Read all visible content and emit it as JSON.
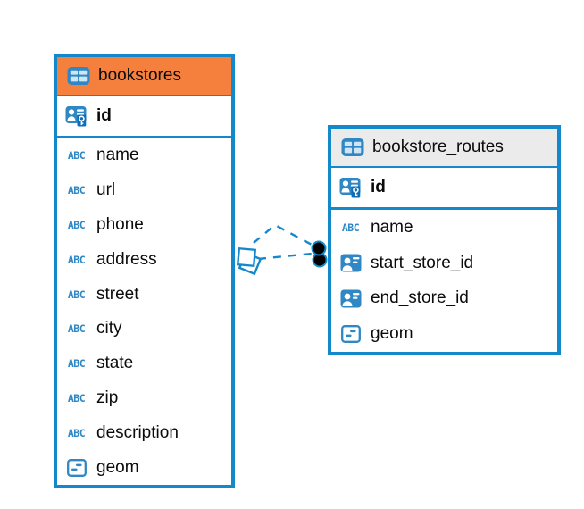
{
  "diagram": {
    "tables": [
      {
        "name": "bookstores",
        "header_color": "#F5803E",
        "primary_key": "id",
        "columns": [
          {
            "label": "name",
            "icon": "text"
          },
          {
            "label": "url",
            "icon": "text"
          },
          {
            "label": "phone",
            "icon": "text"
          },
          {
            "label": "address",
            "icon": "text"
          },
          {
            "label": "street",
            "icon": "text"
          },
          {
            "label": "city",
            "icon": "text"
          },
          {
            "label": "state",
            "icon": "text"
          },
          {
            "label": "zip",
            "icon": "text"
          },
          {
            "label": "description",
            "icon": "text"
          },
          {
            "label": "geom",
            "icon": "geometry"
          }
        ]
      },
      {
        "name": "bookstore_routes",
        "header_color": "#EBEBEB",
        "primary_key": "id",
        "columns": [
          {
            "label": "name",
            "icon": "text"
          },
          {
            "label": "start_store_id",
            "icon": "reference"
          },
          {
            "label": "end_store_id",
            "icon": "reference"
          },
          {
            "label": "geom",
            "icon": "geometry"
          }
        ]
      }
    ],
    "relationship": {
      "from_table": "bookstores",
      "to_table": "bookstore_routes",
      "line_style": "dashed",
      "line_count": 2
    },
    "icons": {
      "text_type_label": "ABC",
      "table_icon": "table-grid",
      "primary_key_icon": "user-with-key",
      "reference_icon": "user-card",
      "geometry_icon": "geometry-square"
    },
    "colors": {
      "accent_blue": "#1389CB",
      "icon_blue": "#2F87C4",
      "key_badge_blue": "#0C6EB8",
      "bookstores_header": "#F5803E",
      "routes_header": "#EBEBEB",
      "text": "#0B0B0B",
      "background": "#FFFFFF"
    }
  }
}
